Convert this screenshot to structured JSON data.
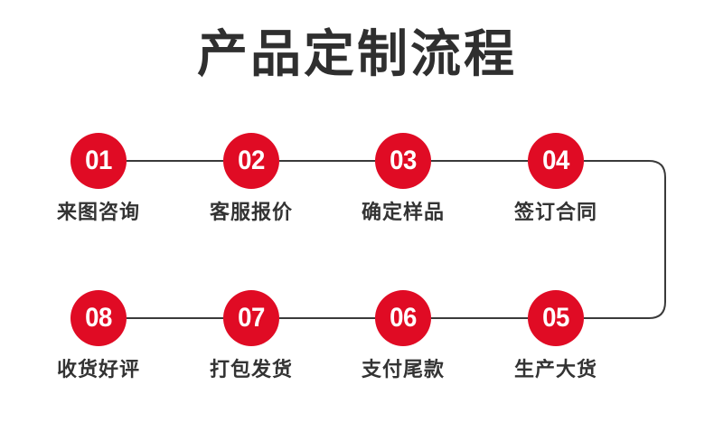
{
  "page": {
    "title": "产品定制流程",
    "background_color": "#ffffff",
    "accent_color": "#e00b24",
    "text_color": "#333333",
    "line_color": "#3a3a3a"
  },
  "flow": {
    "row1": [
      {
        "number": "01",
        "label": "来图咨询"
      },
      {
        "number": "02",
        "label": "客服报价"
      },
      {
        "number": "03",
        "label": "确定样品"
      },
      {
        "number": "04",
        "label": "签订合同"
      }
    ],
    "row2": [
      {
        "number": "08",
        "label": "收货好评"
      },
      {
        "number": "07",
        "label": "打包发货"
      },
      {
        "number": "06",
        "label": "支付尾款"
      },
      {
        "number": "05",
        "label": "生产大货"
      }
    ]
  }
}
